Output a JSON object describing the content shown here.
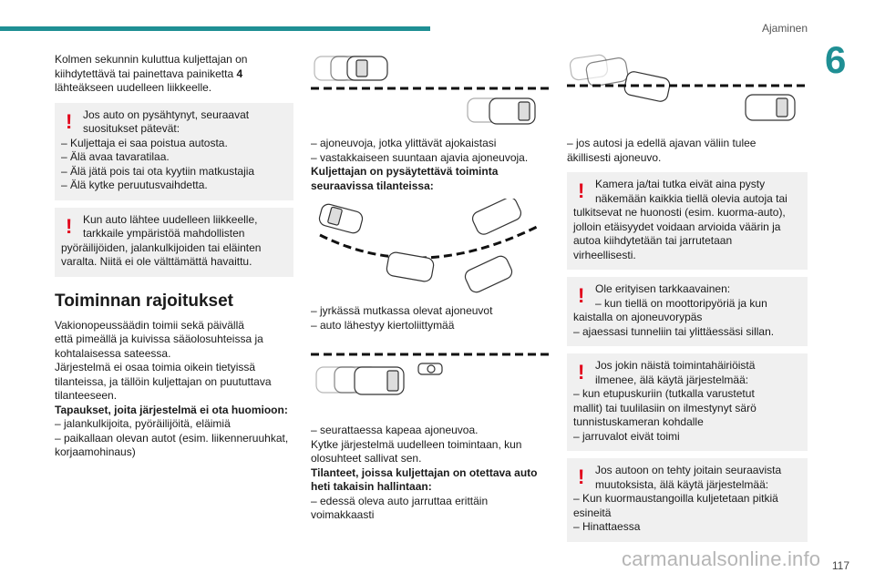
{
  "header": {
    "section": "Ajaminen",
    "chapter": "6",
    "page_number": "117"
  },
  "watermark": "carmanualsonline.info",
  "col1": {
    "intro": [
      "Kolmen sekunnin kuluttua kuljettajan on",
      "kiihdytettävä tai painettava painiketta ",
      "4",
      "lähteäkseen uudelleen liikkeelle."
    ],
    "warning1": {
      "first": [
        "Jos auto on pysähtynyt, seuraavat",
        "suositukset pätevät:"
      ],
      "items": [
        "– Kuljettaja ei saa poistua autosta.",
        "– Älä avaa tavaratilaa.",
        "– Älä jätä pois tai ota kyytiin matkustajia",
        "– Älä kytke peruutusvaihdetta."
      ]
    },
    "warning2": {
      "first": [
        "Kun auto lähtee uudelleen liikkeelle,",
        "tarkkaile ympäristöä mahdollisten"
      ],
      "rest": [
        "pyöräilijöiden, jalankulkijoiden tai eläinten",
        "varalta. Niitä ei ole välttämättä havaittu."
      ]
    },
    "heading": "Toiminnan rajoitukset",
    "body": [
      "Vakionopeussäädin toimii sekä päivällä",
      "että pimeällä ja kuivissa sääolosuhteissa ja",
      "kohtalaisessa sateessa.",
      "Järjestelmä ei osaa toimia oikein tietyissä",
      "tilanteissa, ja tällöin kuljettajan on puututtava",
      "tilanteeseen."
    ],
    "bold_line": "Tapaukset, joita järjestelmä ei ota huomioon:",
    "items": [
      "– jalankulkijoita, pyöräilijöitä, eläimiä",
      "– paikallaan olevan autot (esim. liikenneruuhkat,",
      "korjaamohinaus)"
    ]
  },
  "col2": {
    "block1": [
      "– ajoneuvoja, jotka ylittävät ajokaistasi",
      "– vastakkaiseen suuntaan ajavia ajoneuvoja."
    ],
    "bold1": [
      "Kuljettajan on pysäytettävä toiminta",
      "seuraavissa tilanteissa:"
    ],
    "block2": [
      "– jyrkässä mutkassa olevat ajoneuvot",
      "– auto lähestyy kiertoliittymää"
    ],
    "block3": [
      "– seurattaessa kapeaa ajoneuvoa.",
      "Kytke järjestelmä uudelleen toimintaan, kun",
      "olosuhteet sallivat sen."
    ],
    "bold2": [
      "Tilanteet, joissa kuljettajan on otettava auto",
      "heti takaisin hallintaan:"
    ],
    "block4": [
      "– edessä oleva auto jarruttaa erittäin",
      "voimakkaasti"
    ]
  },
  "col3": {
    "block1": [
      "– jos autosi ja edellä ajavan väliin tulee",
      "äkillisesti ajoneuvo."
    ],
    "warning1": {
      "first": [
        "Kamera ja/tai tutka eivät aina pysty",
        "näkemään kaikkia tiellä olevia autoja tai"
      ],
      "rest": [
        "tulkitsevat ne huonosti (esim. kuorma-auto),",
        "jolloin etäisyydet voidaan arvioida väärin ja",
        "autoa kiihdytetään tai jarrutetaan",
        "virheellisesti."
      ]
    },
    "warning2": {
      "first": [
        "Ole erityisen tarkkaavainen:",
        "– kun tiellä on moottoripyöriä ja kun"
      ],
      "rest": [
        "kaistalla on ajoneuvorypäs",
        "– ajaessasi tunneliin tai ylittäessäsi sillan."
      ]
    },
    "warning3": {
      "first": [
        "Jos jokin näistä toimintahäiriöistä",
        "ilmenee, älä käytä järjestelmää:"
      ],
      "rest": [
        "– kun etupuskuriin (tutkalla varustetut",
        "mallit) tai tuulilasiin on ilmestynyt särö",
        "tunnistuskameran kohdalle",
        "– jarruvalot eivät toimi"
      ]
    },
    "warning4": {
      "first": [
        "Jos autoon on tehty joitain seuraavista",
        "muutoksista, älä käytä järjestelmää:"
      ],
      "rest": [
        "– Kun kuormaustangoilla kuljetetaan pitkiä",
        "esineitä",
        "– Hinattaessa"
      ]
    }
  },
  "colors": {
    "accent": "#1f8f94",
    "warning": "#e2001a",
    "panel": "#f0f0f0"
  }
}
